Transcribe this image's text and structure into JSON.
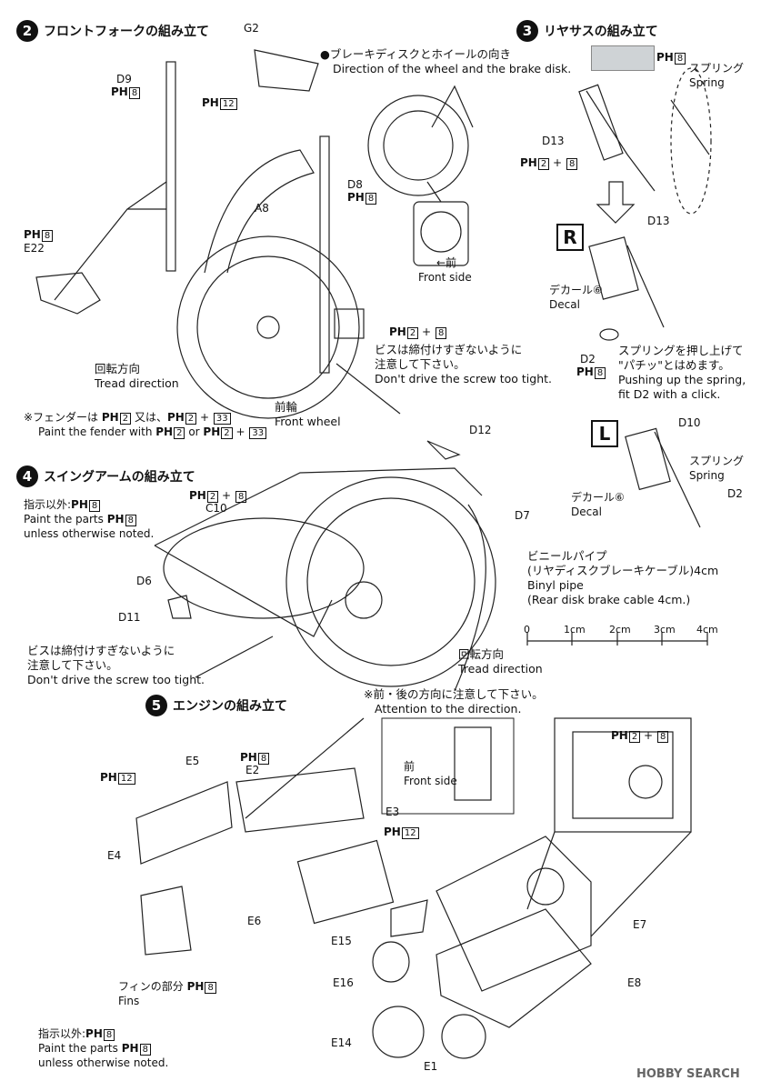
{
  "steps": {
    "s2": {
      "num": "2",
      "title": "フロントフォークの組み立て"
    },
    "s3": {
      "num": "3",
      "title": "リヤサスの組み立て"
    },
    "s4": {
      "num": "4",
      "title": "スイングアームの組み立て"
    },
    "s5": {
      "num": "5",
      "title": "エンジンの組み立て"
    }
  },
  "paint": {
    "ph": "PH",
    "c8": "8",
    "c12": "12",
    "c2": "2",
    "c33": "33",
    "plus": "+",
    "or_jp": "又は、",
    "or_en": "or"
  },
  "s2": {
    "g2": "G2",
    "d9": "D9",
    "a8": "A8",
    "d8": "D8",
    "e22": "E22",
    "wheel_note_jp": "●ブレーキディスクとホイールの向き",
    "wheel_note_en": "Direction of the wheel and the brake disk.",
    "front_jp": "←前",
    "front_en": "Front side",
    "screw_jp1": "ビスは締付けすぎないように",
    "screw_jp2": "注意して下さい。",
    "screw_en": "Don't drive the screw too tight.",
    "rot_jp": "回転方向",
    "rot_en": "Tread direction",
    "fw_jp": "前輪",
    "fw_en": "Front wheel",
    "fender_jp": "※フェンダーは",
    "fender_en": "Paint the fender with"
  },
  "s3": {
    "spring_jp": "スプリング",
    "spring_en": "Spring",
    "d13": "D13",
    "r": "R",
    "l": "L",
    "decal_jp": "デカール",
    "decal_en": "Decal",
    "decal_no": "⑥",
    "d2": "D2",
    "d10": "D10",
    "push_jp1": "スプリングを押し上げて",
    "push_jp2": "\"パチッ\"とはめます。",
    "push_en1": "Pushing up the spring,",
    "push_en2": "fit D2 with a click."
  },
  "s4": {
    "d12": "D12",
    "c10": "C10",
    "d7": "D7",
    "d6": "D6",
    "d11": "D11",
    "unless_jp": "指示以外:",
    "unless_en1": "Paint the parts",
    "unless_en2": "unless otherwise noted.",
    "pipe_jp1": "ビニールパイプ",
    "pipe_jp2": "(リヤディスクブレーキケーブル)4cm",
    "pipe_en1": "Binyl pipe",
    "pipe_en2": "(Rear disk brake cable 4cm.)",
    "scale": [
      "0",
      "1cm",
      "2cm",
      "3cm",
      "4cm"
    ],
    "screw_jp1": "ビスは締付けすぎないように",
    "screw_jp2": "注意して下さい。",
    "screw_en": "Don't drive the screw too tight.",
    "rot_jp": "回転方向",
    "rot_en": "Tread direction"
  },
  "s5": {
    "attn_jp": "※前・後の方向に注意して下さい。",
    "attn_en": "Attention to the direction.",
    "front_jp": "前",
    "front_en": "Front side",
    "e5": "E5",
    "e2": "E2",
    "e3": "E3",
    "e4": "E4",
    "e6": "E6",
    "e7": "E7",
    "e8": "E8",
    "e15": "E15",
    "e16": "E16",
    "e14": "E14",
    "e1": "E1",
    "fins_jp": "フィンの部分",
    "fins_en": "Fins",
    "unless_jp": "指示以外:",
    "unless_en1": "Paint the parts",
    "unless_en2": "unless otherwise noted."
  },
  "watermark": "HOBBY SEARCH",
  "colors": {
    "ink": "#111111",
    "swatch": "#cfd3d6"
  }
}
